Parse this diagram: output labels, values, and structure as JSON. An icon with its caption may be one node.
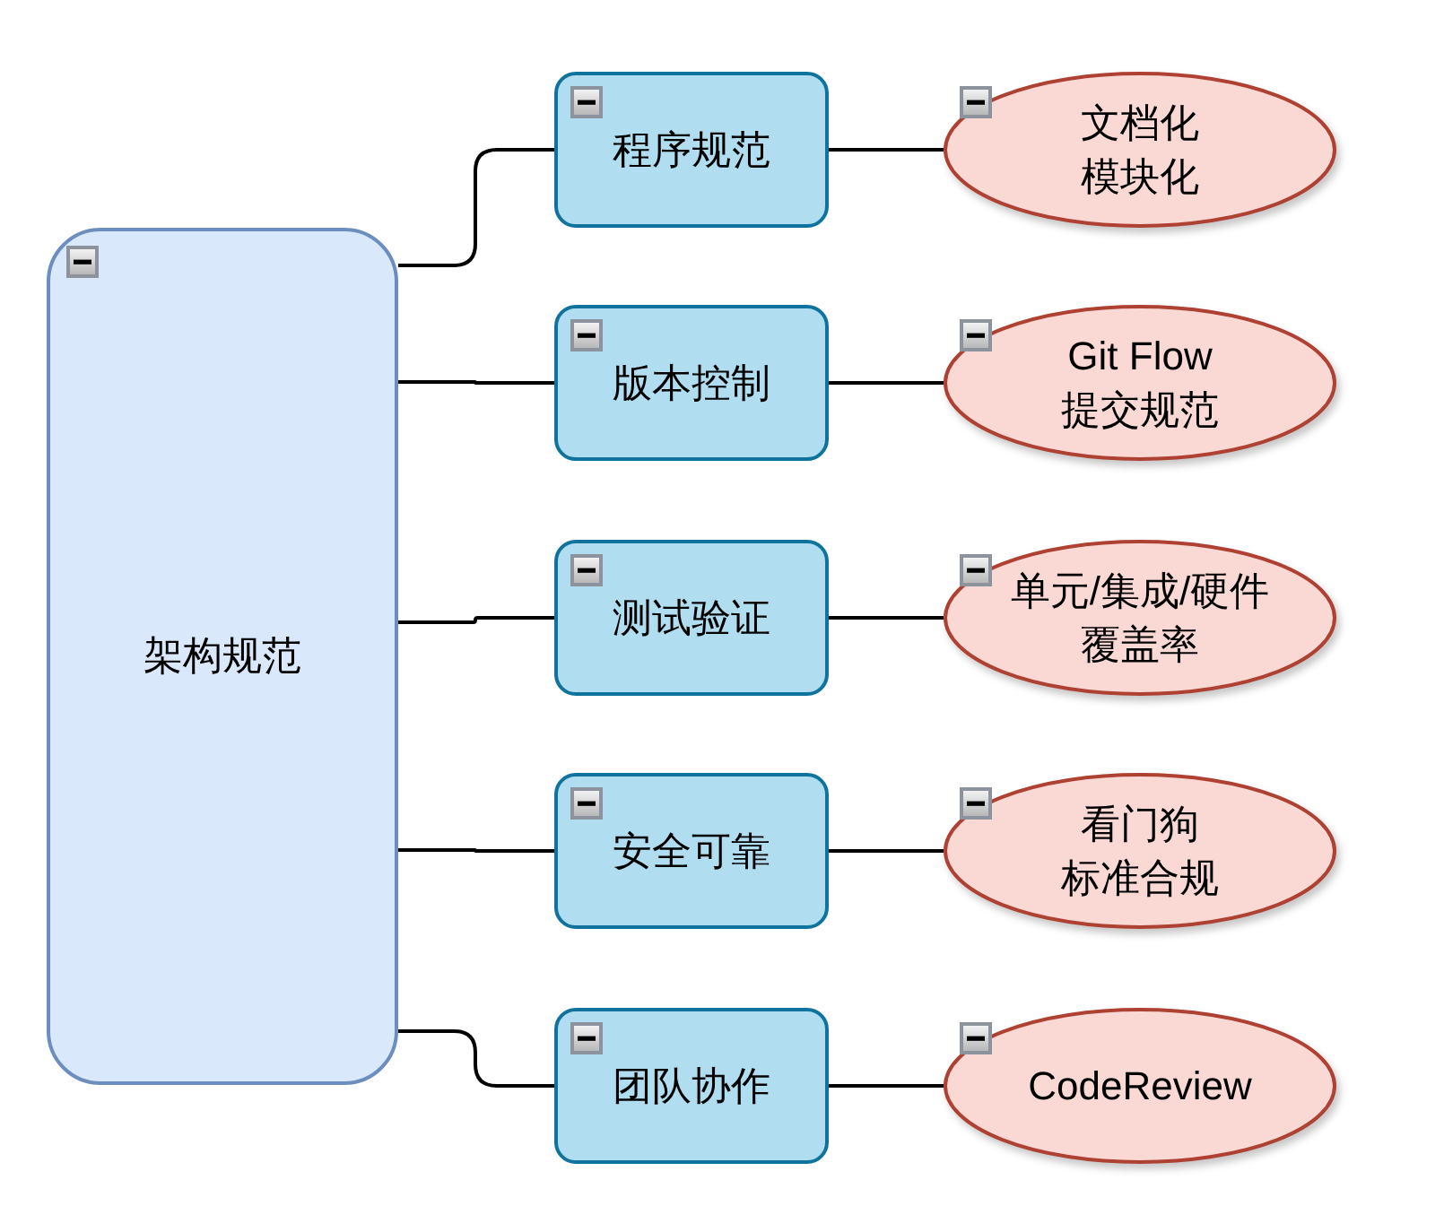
{
  "diagram": {
    "nodes": [
      {
        "text": [
          "架构规范"
        ]
      },
      {
        "text": [
          "程序规范"
        ]
      },
      {
        "text": [
          "文档化",
          "模块化"
        ]
      },
      {
        "text": [
          "版本控制"
        ]
      },
      {
        "text": [
          "Git Flow",
          "提交规范"
        ]
      },
      {
        "text": [
          "测试验证"
        ]
      },
      {
        "text": [
          "单元/集成/硬件",
          "覆盖率"
        ]
      },
      {
        "text": [
          "安全可靠"
        ]
      },
      {
        "text": [
          "看门狗",
          "标准合规"
        ]
      },
      {
        "text": [
          "团队协作"
        ]
      },
      {
        "text": [
          "CodeReview"
        ]
      }
    ],
    "edges": [
      {
        "from": 0,
        "to": 1,
        "arrow": "none"
      },
      {
        "from": 0,
        "to": 3,
        "arrow": "none"
      },
      {
        "from": 0,
        "to": 5,
        "arrow": "none"
      },
      {
        "from": 0,
        "to": 7,
        "arrow": "none"
      },
      {
        "from": 0,
        "to": 9,
        "arrow": "none"
      },
      {
        "from": 1,
        "to": 2,
        "arrow": "none"
      },
      {
        "from": 3,
        "to": 4,
        "arrow": "none"
      },
      {
        "from": 5,
        "to": 6,
        "arrow": "none"
      },
      {
        "from": 7,
        "to": 8,
        "arrow": "none"
      },
      {
        "from": 9,
        "to": 10,
        "arrow": "none"
      }
    ]
  }
}
